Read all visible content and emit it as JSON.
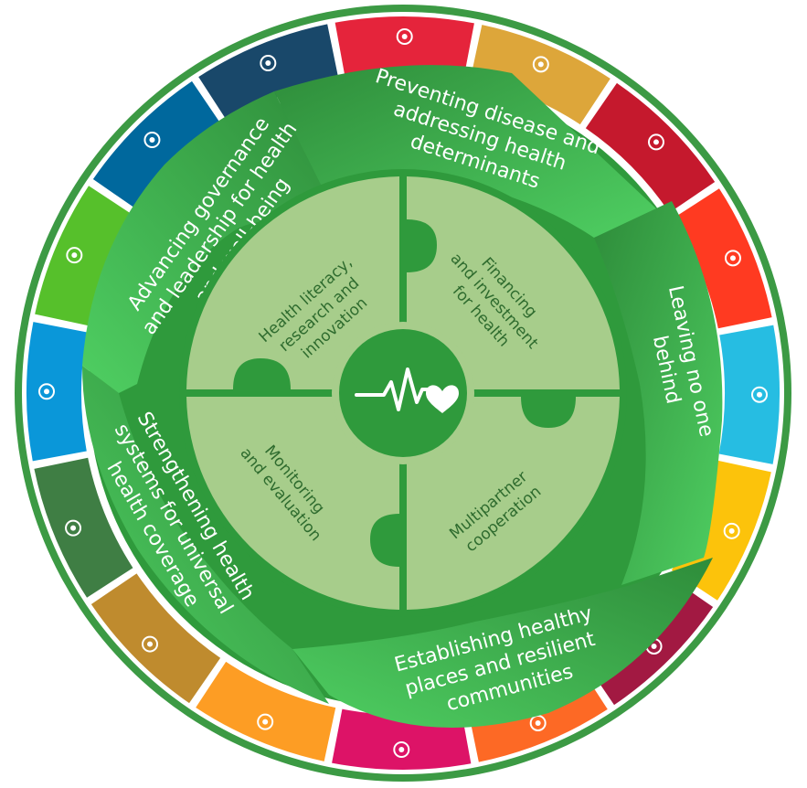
{
  "colors": {
    "outer_ring": "#3c9a44",
    "arrow_dark": "#2d8a38",
    "arrow_light": "#4cc75e",
    "inner_ring": "#2f9a3c",
    "puzzle": "#a7cd8b",
    "puzzle_text": "#2e6b2e",
    "hub": "#2f9a3c"
  },
  "arrows": [
    {
      "id": "preventing",
      "lines": [
        "Preventing disease and",
        "addressing health",
        "determinants"
      ]
    },
    {
      "id": "leaving",
      "lines": [
        "Leaving no one",
        "behind"
      ]
    },
    {
      "id": "establishing",
      "lines": [
        "Establishing healthy",
        "places and resilient",
        "communities"
      ]
    },
    {
      "id": "strengthening",
      "lines": [
        "Strengthening health",
        "systems for universal",
        "health coverage"
      ]
    },
    {
      "id": "advancing",
      "lines": [
        "Advancing governance",
        "and leadership for health",
        "and well-being"
      ]
    }
  ],
  "puzzle_pieces": [
    {
      "id": "health-literacy",
      "lines": [
        "Health literacy,",
        "research and",
        "innovation"
      ]
    },
    {
      "id": "financing",
      "lines": [
        "Financing",
        "and investment",
        "for health"
      ]
    },
    {
      "id": "multipartner",
      "lines": [
        "Multipartner",
        "cooperation"
      ]
    },
    {
      "id": "monitoring",
      "lines": [
        "Monitoring",
        "and evaluation"
      ]
    }
  ],
  "hub_icon": "heartbeat-heart-icon",
  "sdg_segments": [
    {
      "goal": 1,
      "color": "#e5243b",
      "icon": "family-icon"
    },
    {
      "goal": 2,
      "color": "#dda63a",
      "icon": "bowl-icon"
    },
    {
      "goal": 4,
      "color": "#c5192d",
      "icon": "book-icon"
    },
    {
      "goal": 5,
      "color": "#ff3a21",
      "icon": "gender-icon"
    },
    {
      "goal": 6,
      "color": "#26bde2",
      "icon": "water-icon"
    },
    {
      "goal": 7,
      "color": "#fcc30b",
      "icon": "sun-icon"
    },
    {
      "goal": 8,
      "color": "#a21942",
      "icon": "growth-icon"
    },
    {
      "goal": 9,
      "color": "#fd6925",
      "icon": "cubes-icon"
    },
    {
      "goal": 10,
      "color": "#dd1367",
      "icon": "equality-icon"
    },
    {
      "goal": 11,
      "color": "#fd9d24",
      "icon": "city-icon"
    },
    {
      "goal": 12,
      "color": "#bf8b2e",
      "icon": "infinity-icon"
    },
    {
      "goal": 13,
      "color": "#3f7e44",
      "icon": "globe-eye-icon"
    },
    {
      "goal": 14,
      "color": "#0a97d9",
      "icon": "fish-icon"
    },
    {
      "goal": 15,
      "color": "#56c02b",
      "icon": "tree-icon"
    },
    {
      "goal": 16,
      "color": "#00689d",
      "icon": "dove-icon"
    },
    {
      "goal": 17,
      "color": "#19486a",
      "icon": "partnership-icon"
    }
  ]
}
